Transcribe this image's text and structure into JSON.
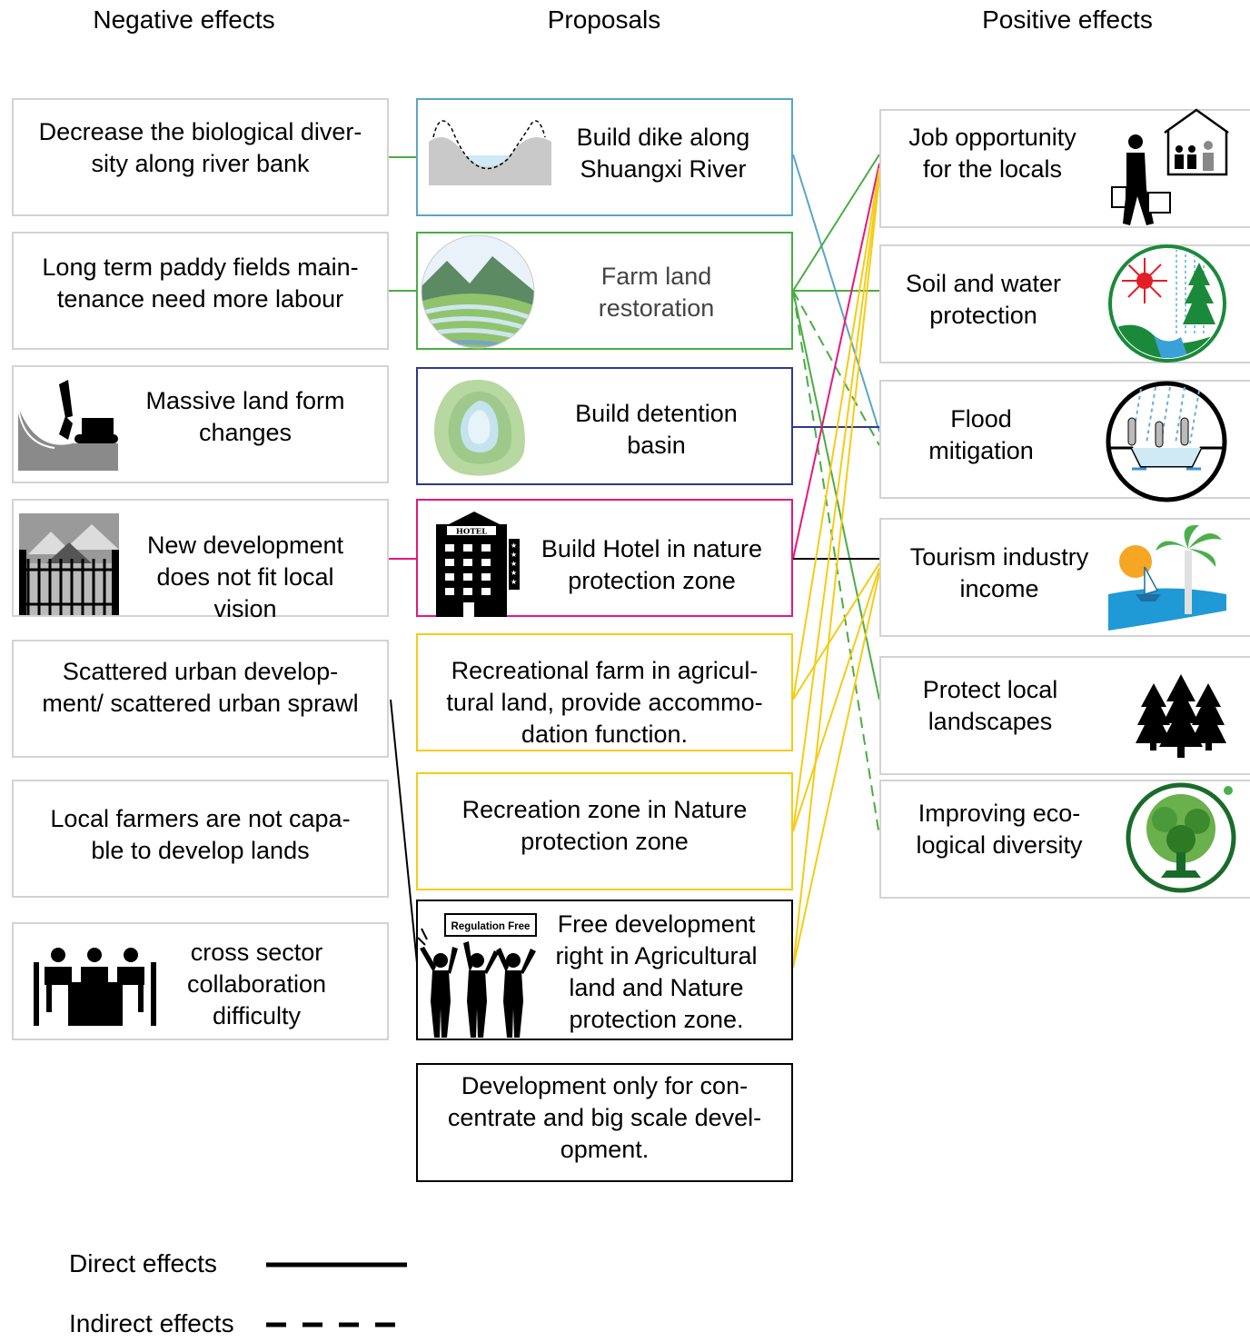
{
  "headers": {
    "negative": "Negative effects",
    "proposals": "Proposals",
    "positive": "Positive effects"
  },
  "negative": [
    {
      "l1": "Decrease the biological diver-",
      "l2": "sity along river bank"
    },
    {
      "l1": "Long term paddy fields main-",
      "l2": "tenance need more labour"
    },
    {
      "l1": "Massive land form",
      "l2": "changes"
    },
    {
      "l1": "New development",
      "l2": "does not fit local",
      "l3": "vision"
    },
    {
      "l1": "Scattered urban develop-",
      "l2": "ment/ scattered urban sprawl"
    },
    {
      "l1": "Local farmers are not capa-",
      "l2": "ble to develop lands"
    },
    {
      "l1": "cross sector",
      "l2": "collaboration",
      "l3": "difficulty"
    }
  ],
  "proposals": [
    {
      "l1": "Build dike along",
      "l2": "Shuangxi River"
    },
    {
      "l1": "Farm land",
      "l2": "restoration"
    },
    {
      "l1": "Build detention",
      "l2": "basin"
    },
    {
      "l1": "Build Hotel in nature",
      "l2": "protection zone",
      "sign": "HOTEL"
    },
    {
      "l1": "Recreational farm in agricul-",
      "l2": "tural land, provide accommo-",
      "l3": "dation function."
    },
    {
      "l1": "Recreation zone in Nature",
      "l2": "protection zone"
    },
    {
      "l1": "Free development",
      "l2": "right in Agricultural",
      "l3": "land and Nature",
      "l4": "protection zone.",
      "sign": "Regulation Free"
    },
    {
      "l1": "Development only for con-",
      "l2": "centrate and big scale devel-",
      "l3": "opment."
    }
  ],
  "positive": [
    {
      "l1": "Job opportunity",
      "l2": "for the locals"
    },
    {
      "l1": "Soil and water",
      "l2": "protection"
    },
    {
      "l1": "Flood",
      "l2": "mitigation"
    },
    {
      "l1": "Tourism industry",
      "l2": "income"
    },
    {
      "l1": "Protect local",
      "l2": "landscapes"
    },
    {
      "l1": "Improving eco-",
      "l2": "logical diversity"
    }
  ],
  "colors": {
    "dike": "#5aa5c8",
    "farm": "#4aad43",
    "basin": "#2b3a8c",
    "hotel": "#e6177f",
    "recreation": "#f5cc14",
    "free": "#000000",
    "box_border": "#d3d3d3"
  },
  "legend": {
    "direct": "Direct effects",
    "indirect": "Indirect effects"
  }
}
